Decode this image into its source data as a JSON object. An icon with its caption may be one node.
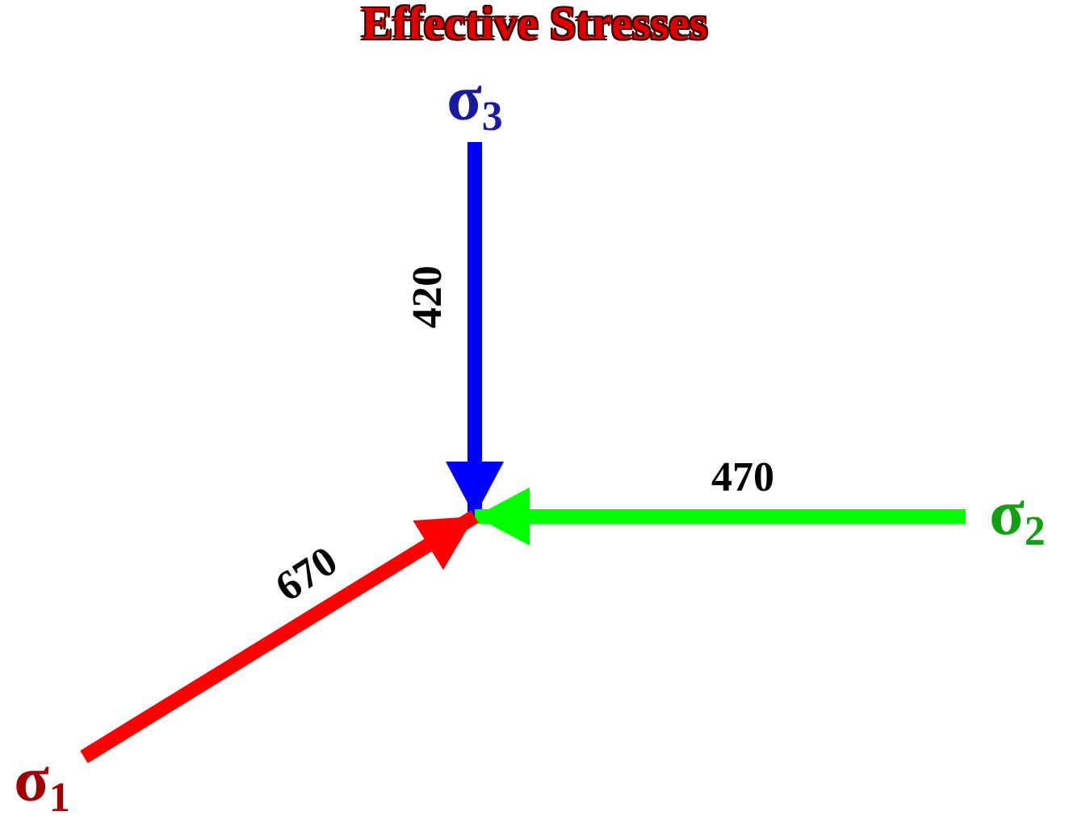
{
  "diagram": {
    "title": "Effective Stresses",
    "nodes": [
      {
        "text": [
          "σ$_{3}$"
        ]
      },
      {
        "text": [
          "σ$_{2}$"
        ]
      },
      {
        "text": [
          "σ$_{1}$"
        ]
      }
    ],
    "edges": [
      {
        "from": 0,
        "to": null,
        "arrow": "to",
        "label": "420",
        "color": "#0000ff"
      },
      {
        "from": 1,
        "to": null,
        "arrow": "to",
        "label": "470",
        "color": "#00ff00"
      },
      {
        "from": 2,
        "to": null,
        "arrow": "to",
        "label": "670",
        "color": "#ff0000"
      }
    ]
  }
}
